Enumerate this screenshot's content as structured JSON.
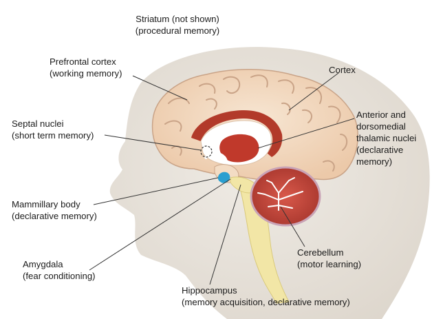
{
  "labels": {
    "striatum": {
      "line1": "Striatum (not shown)",
      "line2": "(procedural memory)"
    },
    "prefrontal": {
      "line1": "Prefrontal cortex",
      "line2": "(working memory)"
    },
    "cortex": {
      "line1": "Cortex"
    },
    "septal": {
      "line1": "Septal nuclei",
      "line2": "(short term memory)"
    },
    "thalamic": {
      "line1": "Anterior and",
      "line2": "dorsomedial",
      "line3": "thalamic nuclei",
      "line4": "(declarative",
      "line5": "memory)"
    },
    "mammillary": {
      "line1": "Mammillary body",
      "line2": "(declarative memory)"
    },
    "amygdala": {
      "line1": "Amygdala",
      "line2": "(fear conditioning)"
    },
    "cerebellum": {
      "line1": "Cerebellum",
      "line2": "(motor learning)"
    },
    "hippocampus": {
      "line1": "Hippocampus",
      "line2": "(memory acquisition, declarative memory)"
    }
  },
  "colors": {
    "head": "#e9e4dc",
    "cortex": "#f3dcc4",
    "cortex_fold": "#c9a387",
    "corpus_callosum": "#b23a2a",
    "thalamus": "#c0392b",
    "mammillary": "#2a9fd0",
    "brainstem": "#f2e6a6",
    "cerebellum": "#c94a3a",
    "leader": "#333333"
  }
}
